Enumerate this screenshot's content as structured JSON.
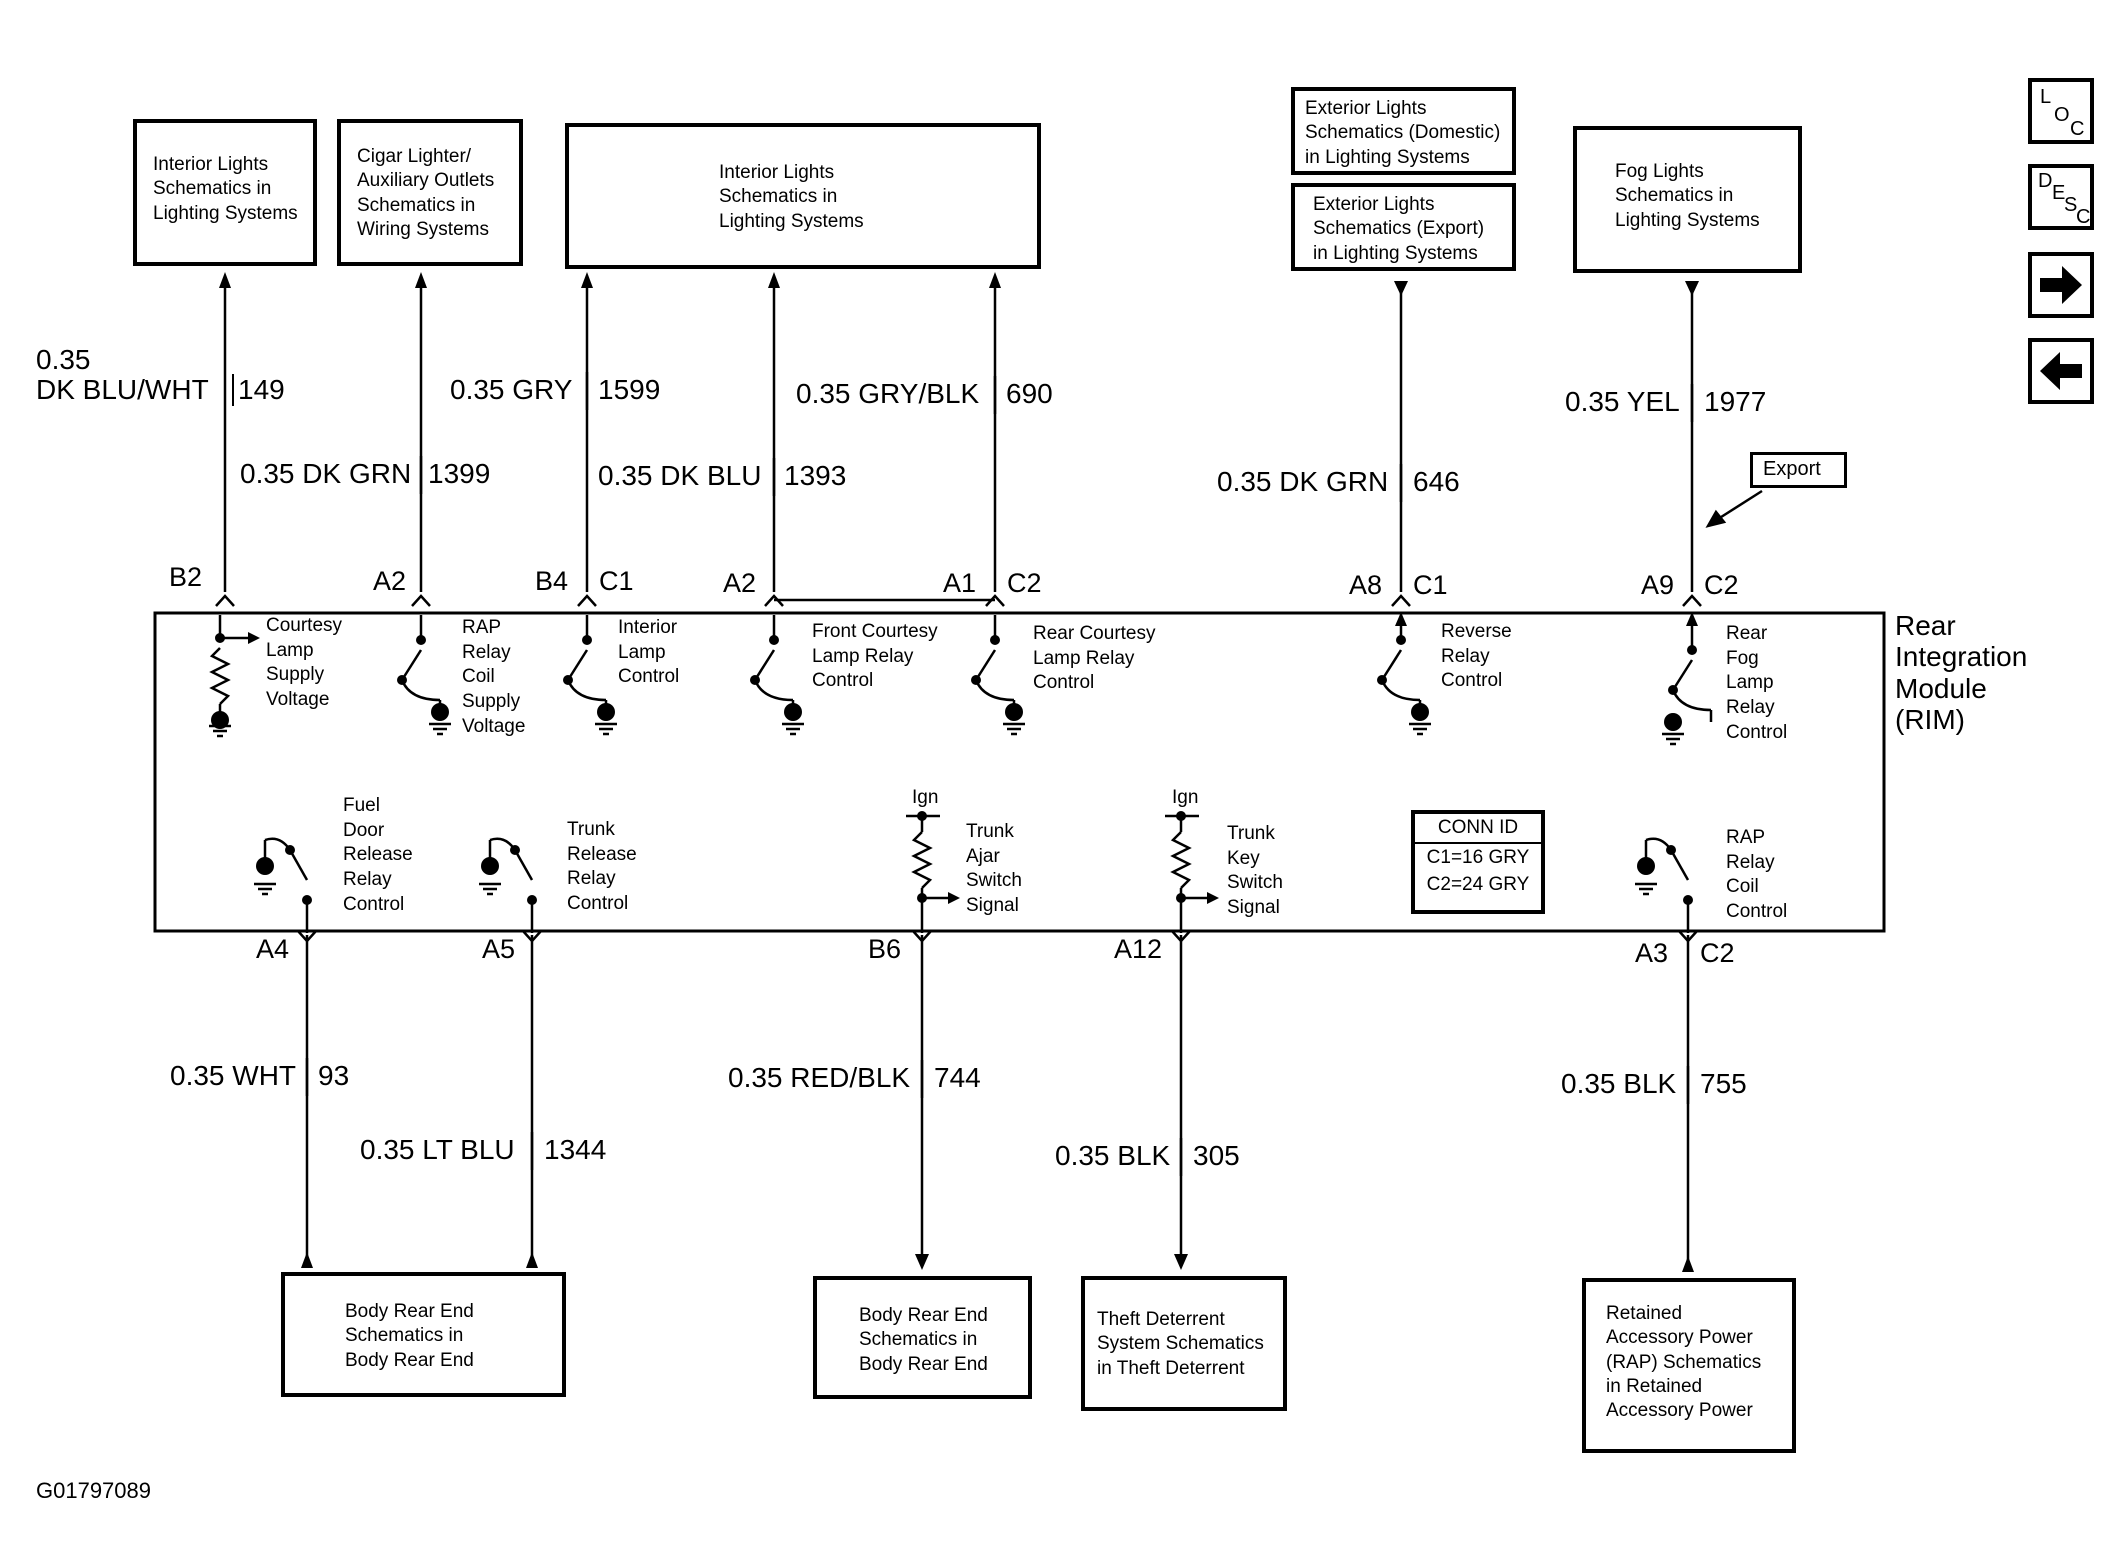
{
  "nav_icons": [
    {
      "name": "loc-icon",
      "glyphs": [
        "L",
        "O",
        "C"
      ]
    },
    {
      "name": "desc-icon",
      "glyphs": [
        "D",
        "E",
        "S",
        "C"
      ]
    },
    {
      "name": "next-arrow-icon"
    },
    {
      "name": "prev-arrow-icon"
    }
  ],
  "top_boxes": [
    {
      "lines": [
        "Interior Lights",
        "Schematics in",
        "Lighting Systems"
      ]
    },
    {
      "lines": [
        "Cigar Lighter/",
        "Auxiliary Outlets",
        "Schematics in",
        "Wiring Systems"
      ]
    },
    {
      "lines": [
        "Interior Lights",
        "Schematics in",
        "Lighting Systems"
      ]
    },
    {
      "lines": [
        "Exterior Lights",
        "Schematics (Domestic)",
        "in Lighting Systems"
      ]
    },
    {
      "lines": [
        "Exterior Lights",
        "Schematics (Export)",
        "in Lighting Systems"
      ]
    },
    {
      "lines": [
        "Fog Lights",
        "Schematics in",
        "Lighting Systems"
      ]
    }
  ],
  "bottom_boxes": [
    {
      "lines": [
        "Body Rear End",
        "Schematics in",
        "Body Rear End"
      ]
    },
    {
      "lines": [
        "Body Rear End",
        "Schematics in",
        "Body Rear End"
      ]
    },
    {
      "lines": [
        "Theft Deterrent",
        "System Schematics",
        "in Theft Deterrent"
      ]
    },
    {
      "lines": [
        "Retained",
        "Accessory Power",
        "(RAP) Schematics",
        "in Retained",
        "Accessory Power"
      ]
    }
  ],
  "wire_labels": [
    {
      "text": "0.35"
    },
    {
      "text": "DK BLU/WHT"
    },
    {
      "text": "149"
    },
    {
      "text": "0.35 DK GRN"
    },
    {
      "text": "1399"
    },
    {
      "text": "0.35 GRY"
    },
    {
      "text": "1599"
    },
    {
      "text": "0.35 DK BLU"
    },
    {
      "text": "1393"
    },
    {
      "text": "0.35 GRY/BLK"
    },
    {
      "text": "690"
    },
    {
      "text": "0.35 DK GRN"
    },
    {
      "text": "646"
    },
    {
      "text": "0.35 YEL"
    },
    {
      "text": "1977"
    },
    {
      "text": "0.35 WHT"
    },
    {
      "text": "93"
    },
    {
      "text": "0.35 LT BLU"
    },
    {
      "text": "1344"
    },
    {
      "text": "0.35 RED/BLK"
    },
    {
      "text": "744"
    },
    {
      "text": "0.35 BLK"
    },
    {
      "text": "305"
    },
    {
      "text": "0.35 BLK"
    },
    {
      "text": "755"
    }
  ],
  "pins": [
    "B2",
    "A2",
    "B4",
    "C1",
    "A2",
    "A1",
    "C2",
    "A8",
    "C1",
    "A9",
    "C2",
    "A4",
    "A5",
    "B6",
    "A12",
    "A3",
    "C2"
  ],
  "export_label": "Export",
  "module": {
    "lines": [
      "Rear",
      "Integration",
      "Module",
      "(RIM)"
    ]
  },
  "circuits": [
    {
      "lines": [
        "Courtesy",
        "Lamp",
        "Supply",
        "Voltage"
      ]
    },
    {
      "lines": [
        "RAP",
        "Relay",
        "Coil",
        "Supply",
        "Voltage"
      ]
    },
    {
      "lines": [
        "Interior",
        "Lamp",
        "Control"
      ]
    },
    {
      "lines": [
        "Front Courtesy",
        "Lamp Relay",
        "Control"
      ]
    },
    {
      "lines": [
        "Rear Courtesy",
        "Lamp Relay",
        "Control"
      ]
    },
    {
      "lines": [
        "Reverse",
        "Relay",
        "Control"
      ]
    },
    {
      "lines": [
        "Rear",
        "Fog",
        "Lamp",
        "Relay",
        "Control"
      ]
    },
    {
      "lines": [
        "Fuel",
        "Door",
        "Release",
        "Relay",
        "Control"
      ]
    },
    {
      "lines": [
        "Trunk",
        "Release",
        "Relay",
        "Control"
      ]
    },
    {
      "lines": [
        "Trunk",
        "Ajar",
        "Switch",
        "Signal"
      ]
    },
    {
      "lines": [
        "Trunk",
        "Key",
        "Switch",
        "Signal"
      ]
    },
    {
      "lines": [
        "RAP",
        "Relay",
        "Coil",
        "Control"
      ]
    }
  ],
  "ign_labels": [
    "Ign",
    "Ign"
  ],
  "conn_id": {
    "title": "CONN ID",
    "lines": [
      "C1=16 GRY",
      "C2=24 GRY"
    ]
  },
  "figure_id": "G01797089"
}
